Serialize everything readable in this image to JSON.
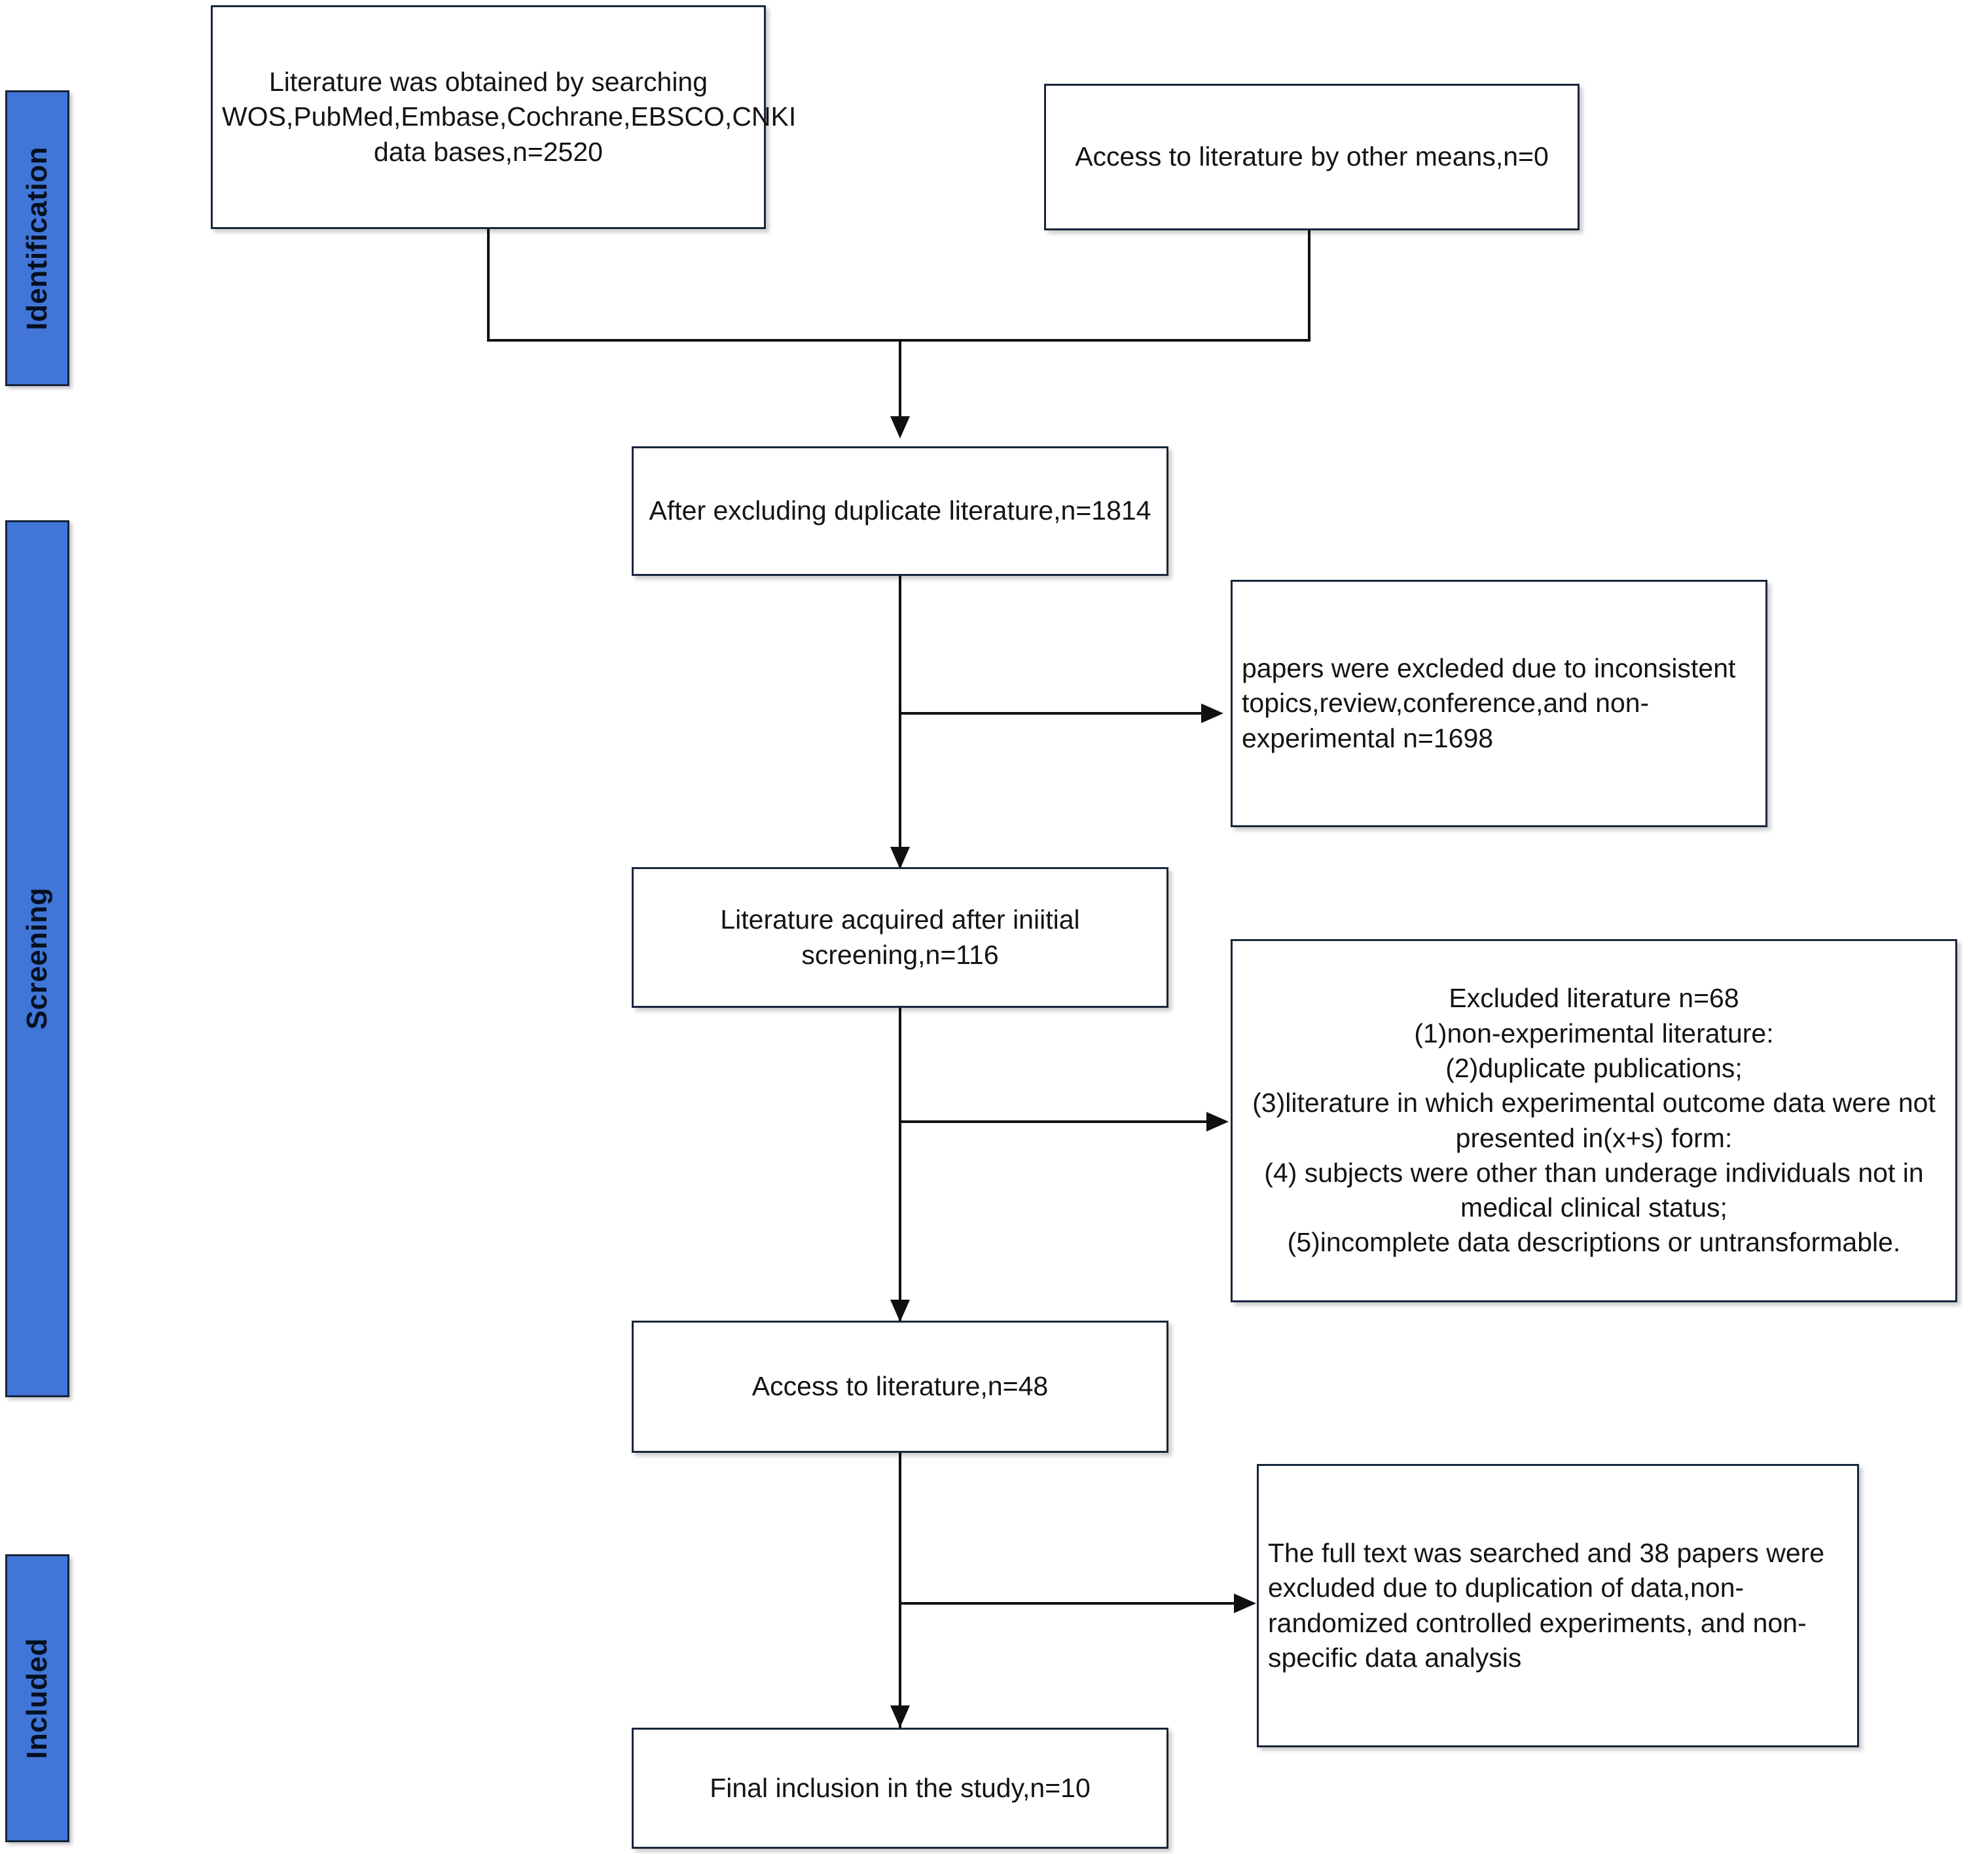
{
  "diagram": {
    "title": "PRISMA literature selection flow diagram",
    "accent_color": "#4176D8",
    "box_border_color": "#18263c",
    "connector_color": "#101010"
  },
  "stages": [
    {
      "id": "identification",
      "label": "Identification"
    },
    {
      "id": "screening",
      "label": "Screening"
    },
    {
      "id": "included",
      "label": "Included"
    }
  ],
  "boxes": {
    "records_identified": {
      "text": "Literature was obtained by searching\nWOS,PubMed,Embase,Cochrane,EBSCO,CNKI data bases,n=2520",
      "count": 2520
    },
    "other_sources": {
      "text": "Access to literature by other means,n=0",
      "count": 0
    },
    "after_duplicates": {
      "text": "After excluding duplicate literature,n=1814",
      "count": 1814
    },
    "excluded_title_abstract": {
      "text": "papers were excleded due to inconsistent topics,review,conference,and non-experimental n=1698",
      "count": 1698
    },
    "after_initial_screening": {
      "text": "Literature acquired after iniitial screening,n=116",
      "count": 116
    },
    "excluded_detail": {
      "text": "Excluded literature n=68\n(1)non-experimental literature:\n(2)duplicate publications;\n(3)literature in which experimental outcome data were not presented in(x+s) form:\n(4) subjects were other than underage individuals not in medical clinical status;\n(5)incomplete data descriptions or untransformable.",
      "count": 68
    },
    "full_text_assessed": {
      "text": "Access to literature,n=48",
      "count": 48
    },
    "excluded_full_text": {
      "text": "The full text was searched and 38 papers were excluded due to duplication of data,non-randomized controlled experiments, and non-specific data analysis",
      "count": 38
    },
    "final_included": {
      "text": "Final inclusion in the study,n=10",
      "count": 10
    }
  }
}
